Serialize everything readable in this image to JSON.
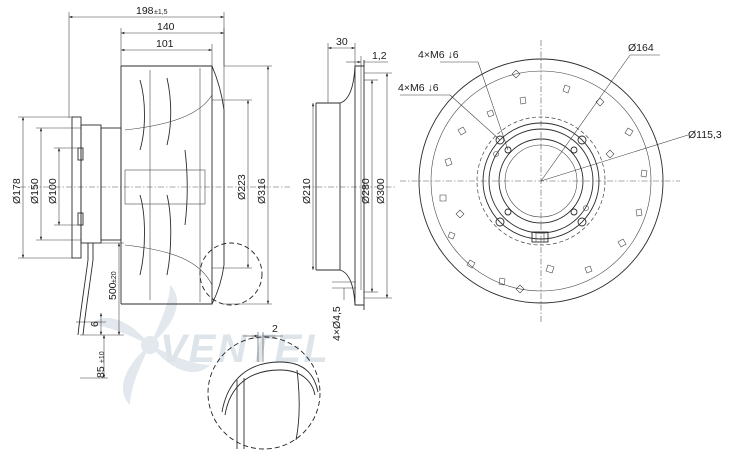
{
  "watermark": {
    "brand": "VENTEL",
    "color": "#dde4ea"
  },
  "side_view": {
    "overall_length": "198",
    "overall_length_tol": "±1,5",
    "length_140": "140",
    "length_101": "101",
    "dia_178": "Ø178",
    "dia_150": "Ø150",
    "dia_100": "Ø100",
    "dia_223": "Ø223",
    "dia_316": "Ø316",
    "cable_length": "500",
    "cable_length_tol": "±20",
    "strip_length": "6",
    "lead_length": "85",
    "lead_length_tol": "±10"
  },
  "section_view": {
    "width_30": "30",
    "thickness_12": "1,2",
    "dia_210": "Ø210",
    "dia_280": "Ø280",
    "dia_300": "Ø300",
    "holes": "4×Ø4,5"
  },
  "detail_view": {
    "wall_2": "2"
  },
  "front_view": {
    "thread_a": "4×M6 ↓6",
    "thread_b": "4×M6 ↓6",
    "dia_164": "Ø164",
    "dia_1153": "Ø115,3"
  }
}
